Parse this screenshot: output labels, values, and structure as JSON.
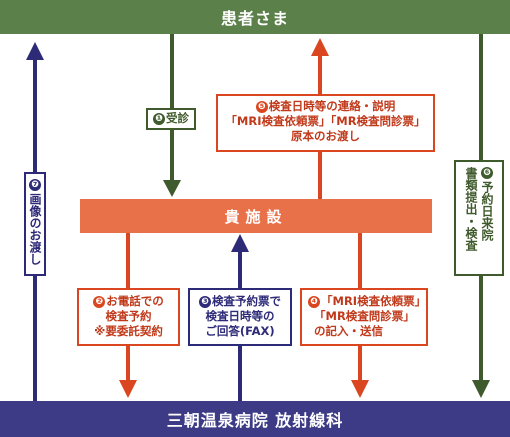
{
  "top_label": "患者さま",
  "facility_label": "貴施設",
  "bottom_label": "三朝温泉病院 放射線科",
  "colors": {
    "green": "#5b8049",
    "dark_green": "#3f5a2c",
    "orange": "#e9714a",
    "red_orange": "#d9461f",
    "navy": "#2d2a78"
  },
  "steps": [
    {
      "number": "❶",
      "lines": [
        "受診"
      ]
    },
    {
      "number": "❷",
      "lines": [
        "お電話での",
        "検査予約",
        "※要委託契約"
      ]
    },
    {
      "number": "❸",
      "lines": [
        "検査予約票で",
        "検査日時等の",
        "ご回答(FAX)"
      ]
    },
    {
      "number": "❹",
      "lines": [
        "「MRI検査依頼票」",
        "「MR検査問診票」",
        "の記入・送信"
      ]
    },
    {
      "number": "❺",
      "lines": [
        "検査日時等の連絡・説明",
        "「MRI検査依頼票」「MR検査問診票」",
        "原本のお渡し"
      ]
    },
    {
      "number": "❻",
      "vertical_text": "予約日来院",
      "vertical_text_2": "書類提出・検査"
    },
    {
      "number": "❼",
      "vertical_text": "画像のお渡し"
    }
  ]
}
